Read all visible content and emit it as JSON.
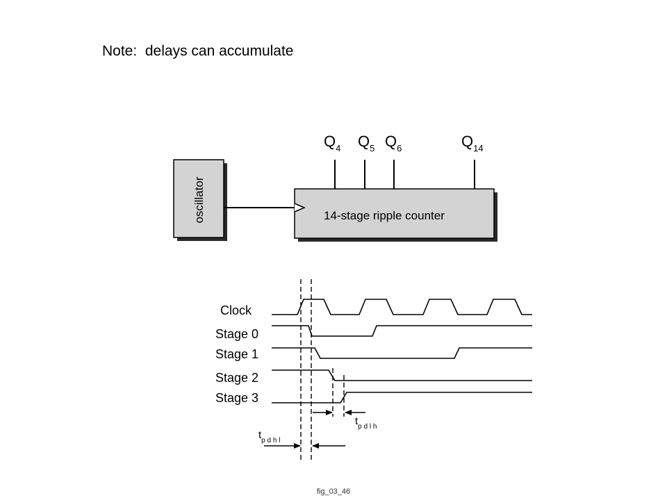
{
  "note": "Note:  delays can accumulate",
  "caption": "fig_03_46",
  "block_diagram": {
    "oscillator_label": "oscillator",
    "counter_label": "14-stage ripple counter",
    "outputs": [
      {
        "base": "Q",
        "sub": "4"
      },
      {
        "base": "Q",
        "sub": "5"
      },
      {
        "base": "Q",
        "sub": "6"
      },
      {
        "base": "Q",
        "sub": "14"
      }
    ]
  },
  "timing_diagram": {
    "signals": [
      "Clock",
      "Stage 0",
      "Stage 1",
      "Stage 2",
      "Stage 3"
    ],
    "tphl": {
      "base": "t",
      "sub": "p d h l"
    },
    "tplh": {
      "base": "t",
      "sub": "p d l h"
    }
  },
  "colors": {
    "box_fill": "#d3d3d3",
    "box_shadow": "#2a2a2a",
    "line": "#000000"
  }
}
